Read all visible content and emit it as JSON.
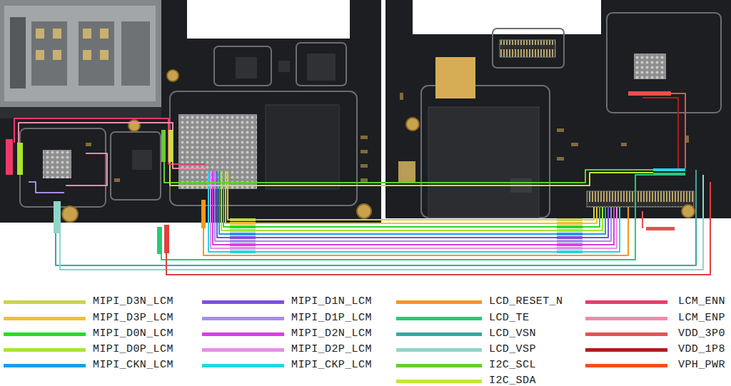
{
  "diagram": {
    "legend": [
      {
        "text": "MIPI_D3N_LCM",
        "color": "#c8d44e"
      },
      {
        "text": "MIPI_D3P_LCM",
        "color": "#f2c12e"
      },
      {
        "text": "MIPI_D0N_LCM",
        "color": "#22dd22"
      },
      {
        "text": "MIPI_D0P_LCM",
        "color": "#a8e62a"
      },
      {
        "text": "MIPI_CKN_LCM",
        "color": "#1e9be6"
      },
      {
        "text": "MIPI_D1N_LCM",
        "color": "#7b4fe0"
      },
      {
        "text": "MIPI_D1P_LCM",
        "color": "#a98ce8"
      },
      {
        "text": "MIPI_D2N_LCM",
        "color": "#d93fe0"
      },
      {
        "text": "MIPI_D2P_LCM",
        "color": "#e88ee8"
      },
      {
        "text": "MIPI_CKP_LCM",
        "color": "#22d6e6"
      },
      {
        "text": "LCD_RESET_N",
        "color": "#f5971e"
      },
      {
        "text": "LCD_TE",
        "color": "#22cc77"
      },
      {
        "text": "LCD_VSN",
        "color": "#3aa6a0"
      },
      {
        "text": "LCD_VSP",
        "color": "#8fd6c8"
      },
      {
        "text": "I2C_SCL",
        "color": "#66cc33"
      },
      {
        "text": "I2C_SDA",
        "color": "#bfe833"
      },
      {
        "text": "LCM_ENN",
        "color": "#ee3a6a"
      },
      {
        "text": "LCM_ENP",
        "color": "#f08aa8"
      },
      {
        "text": "VDD_3P0",
        "color": "#e85050"
      },
      {
        "text": "VDD_1P8",
        "color": "#b01c1c"
      },
      {
        "text": "VPH_PWR",
        "color": "#f0501a"
      }
    ]
  }
}
